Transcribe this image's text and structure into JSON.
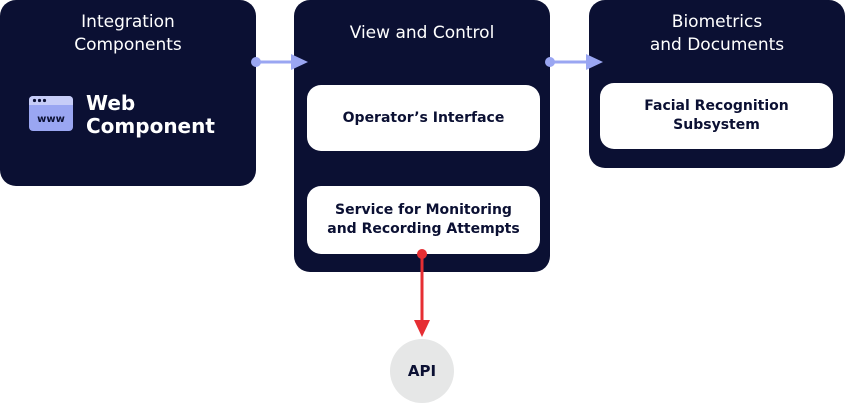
{
  "colors": {
    "panel": "#0b1033",
    "card": "#ffffff",
    "accent": "#9aa6f2",
    "api_arrow": "#e62e33",
    "api_circle": "#e6e7e7"
  },
  "panels": {
    "integration": {
      "title": "Integration\nComponents",
      "web_component": {
        "icon": "browser-window-icon",
        "label": "Web\nComponent"
      }
    },
    "view_control": {
      "title": "View and Control",
      "operator_interface": "Operator’s Interface",
      "monitoring_service": "Service for Monitoring\nand Recording Attempts"
    },
    "biometrics": {
      "title": "Biometrics\nand Documents",
      "facial_recognition": "Facial Recognition\nSubsystem"
    }
  },
  "api": {
    "label": "API"
  }
}
